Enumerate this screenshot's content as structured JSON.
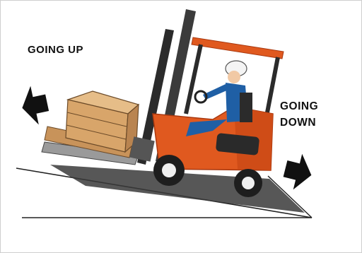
{
  "labels": {
    "going_up": "GOING UP",
    "going_down_line1": "GOING",
    "going_down_line2": "DOWN"
  },
  "colors": {
    "forklift_body": "#e0591f",
    "forklift_dark": "#a8380f",
    "mast": "#2b2b2b",
    "driver_suit": "#1f5fa5",
    "load_boxes": "#d8a56a",
    "ramp_line": "#222222",
    "arrows": "#111111",
    "background": "#ffffff"
  },
  "icons": {
    "up_arrow": "left-pointing-arrow-icon",
    "down_arrow": "right-pointing-arrow-icon"
  }
}
